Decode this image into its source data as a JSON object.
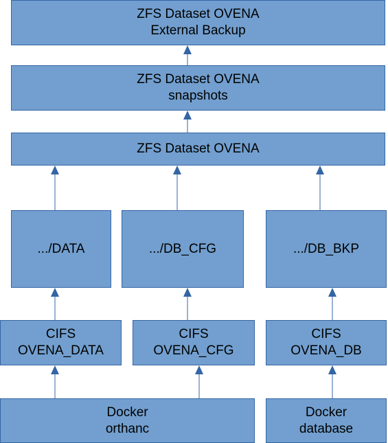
{
  "colors": {
    "box_fill": "#729fcf",
    "box_border": "#3465a4",
    "arrow": "#3465a4"
  },
  "nodes": {
    "zfs_external": {
      "line1": "ZFS Dataset OVENA",
      "line2": "External Backup"
    },
    "zfs_snapshots": {
      "line1": "ZFS Dataset OVENA",
      "line2": "snapshots"
    },
    "zfs_dataset": {
      "line1": "ZFS Dataset OVENA"
    },
    "dir_data": {
      "line1": ".../DATA"
    },
    "dir_db_cfg": {
      "line1": ".../DB_CFG"
    },
    "dir_db_bkp": {
      "line1": ".../DB_BKP"
    },
    "cifs_data": {
      "line1": "CIFS",
      "line2": "OVENA_DATA"
    },
    "cifs_cfg": {
      "line1": "CIFS",
      "line2": "OVENA_CFG"
    },
    "cifs_db": {
      "line1": "CIFS",
      "line2": "OVENA_DB"
    },
    "docker_orthanc": {
      "line1": "Docker",
      "line2": "orthanc"
    },
    "docker_database": {
      "line1": "Docker",
      "line2": "database"
    }
  },
  "edges": [
    {
      "from": "zfs_snapshots",
      "to": "zfs_external"
    },
    {
      "from": "zfs_dataset",
      "to": "zfs_snapshots"
    },
    {
      "from": "dir_data",
      "to": "zfs_dataset"
    },
    {
      "from": "dir_db_cfg",
      "to": "zfs_dataset"
    },
    {
      "from": "dir_db_bkp",
      "to": "zfs_dataset"
    },
    {
      "from": "cifs_data",
      "to": "dir_data"
    },
    {
      "from": "cifs_cfg",
      "to": "dir_db_cfg"
    },
    {
      "from": "cifs_db",
      "to": "dir_db_bkp"
    },
    {
      "from": "docker_orthanc",
      "to": "cifs_data"
    },
    {
      "from": "docker_orthanc",
      "to": "cifs_cfg"
    },
    {
      "from": "docker_database",
      "to": "cifs_db"
    }
  ]
}
